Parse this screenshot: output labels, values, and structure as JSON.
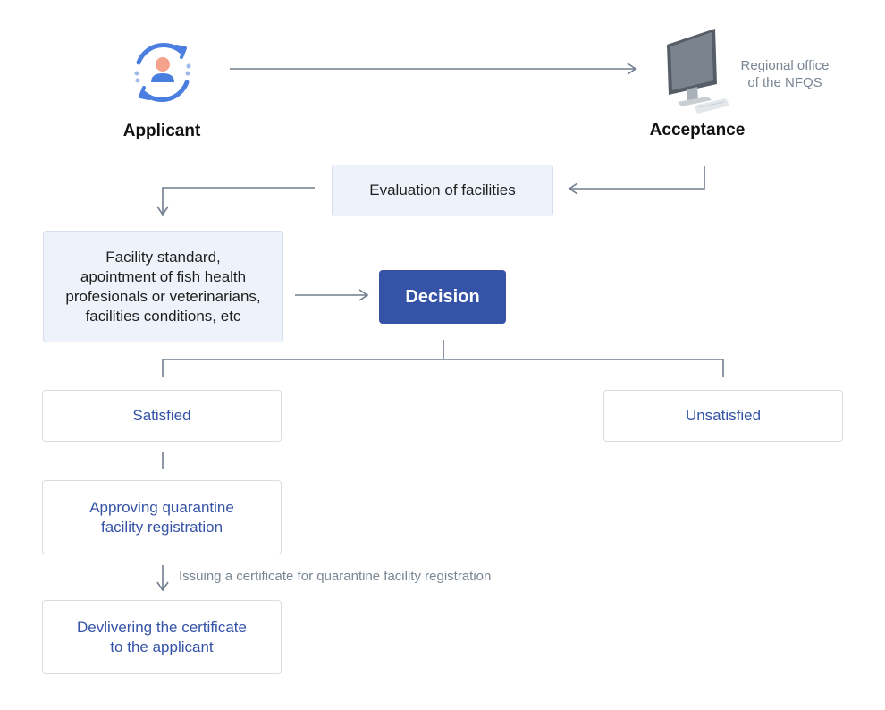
{
  "applicant": {
    "label": "Applicant",
    "icon": "user-cycle-icon"
  },
  "acceptance": {
    "label": "Acceptance",
    "icon": "computer-monitor-icon",
    "note": "Regional office\nof the NFQS"
  },
  "evaluation": {
    "label": "Evaluation of facilities"
  },
  "facility_criteria": {
    "label": "Facility standard,\napointment of fish health\nprofesionals or veterinarians,\nfacilities conditions, etc"
  },
  "decision": {
    "label": "Decision"
  },
  "satisfied": {
    "label": "Satisfied"
  },
  "unsatisfied": {
    "label": "Unsatisfied"
  },
  "approving": {
    "label": "Approving quarantine\nfacility registration"
  },
  "issuing_note": {
    "label": "Issuing a certificate for quarantine facility registration"
  },
  "delivering": {
    "label": "Devlivering the certificate\nto the applicant"
  },
  "colors": {
    "line": "#6f7d8c",
    "primary": "#3553a7",
    "light_fill": "#eef3fb",
    "icon_blue": "#4a7fe0"
  }
}
